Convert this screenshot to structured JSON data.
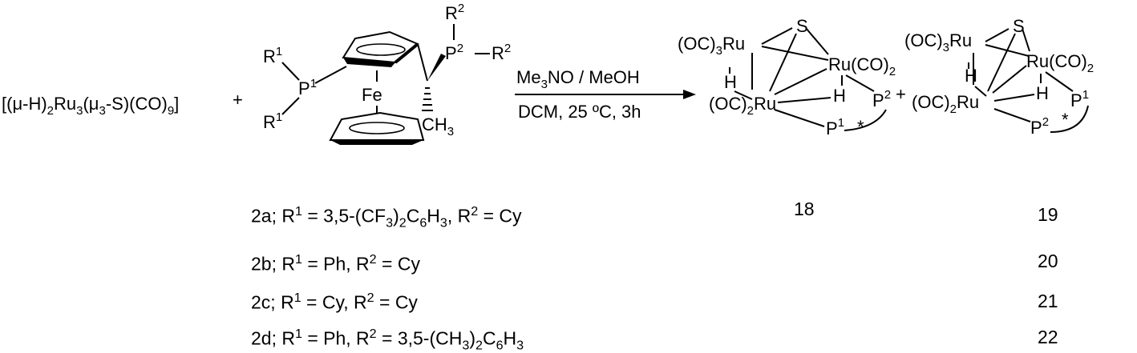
{
  "reactant": {
    "cluster": {
      "open": "[(μ-H)",
      "sub1": "2",
      "ru": "Ru",
      "sub2": "3",
      "mu": "(μ",
      "sub3": "3",
      "rest": "-S)(CO)",
      "sub4": "9",
      "close": "]"
    },
    "plus": "+",
    "ligand": {
      "r1": "R",
      "r1_sup": "1",
      "p1": "P",
      "p1_sup": "1",
      "fe": "Fe",
      "p2": "P",
      "p2_sup": "2",
      "r2": "R",
      "r2_sup": "2",
      "ch3": "CH",
      "ch3_sub": "3"
    }
  },
  "conditions": {
    "above": {
      "a": "Me",
      "a_sub": "3",
      "b": "NO / MeOH"
    },
    "below": "DCM, 25 ºC, 3h"
  },
  "products": {
    "s": "S",
    "ru": "Ru",
    "h": "H",
    "oc3": "(OC)",
    "oc3_sub": "3",
    "co2": "(CO)",
    "co2_sub": "2",
    "oc2": "(OC)",
    "oc2_sub": "2",
    "p": "P",
    "star": "*",
    "p18_top": "2",
    "p18_bot": "1",
    "p19_top": "1",
    "p19_bot": "2",
    "plus": "+"
  },
  "table": {
    "rows": [
      {
        "label": "2a; R",
        "s1": "1",
        "m1": " = 3,5-(CF",
        "s2": "3",
        "m2": ")",
        "s3": "2",
        "m3": "C",
        "s4": "6",
        "m4": "H",
        "s5": "3",
        "m5": ", R",
        "s6": "2",
        "m6": " = Cy"
      },
      {
        "label": "2b; R",
        "s1": "1",
        "m1": " = Ph, R",
        "s2": "2",
        "m2": " = Cy"
      },
      {
        "label": "2c; R",
        "s1": "1",
        "m1": " = Cy, R",
        "s2": "2",
        "m2": " = Cy"
      },
      {
        "label": "2d; R",
        "s1": "1",
        "m1": " = Ph, R",
        "s2": "2",
        "m2": " = 3,5-(CH",
        "s3": "3",
        "m3": ")",
        "s4": "2",
        "m4": "C",
        "s5": "6",
        "m5": "H",
        "s6": "3"
      }
    ],
    "numbers": [
      "18",
      "19",
      "20",
      "21",
      "22"
    ]
  }
}
